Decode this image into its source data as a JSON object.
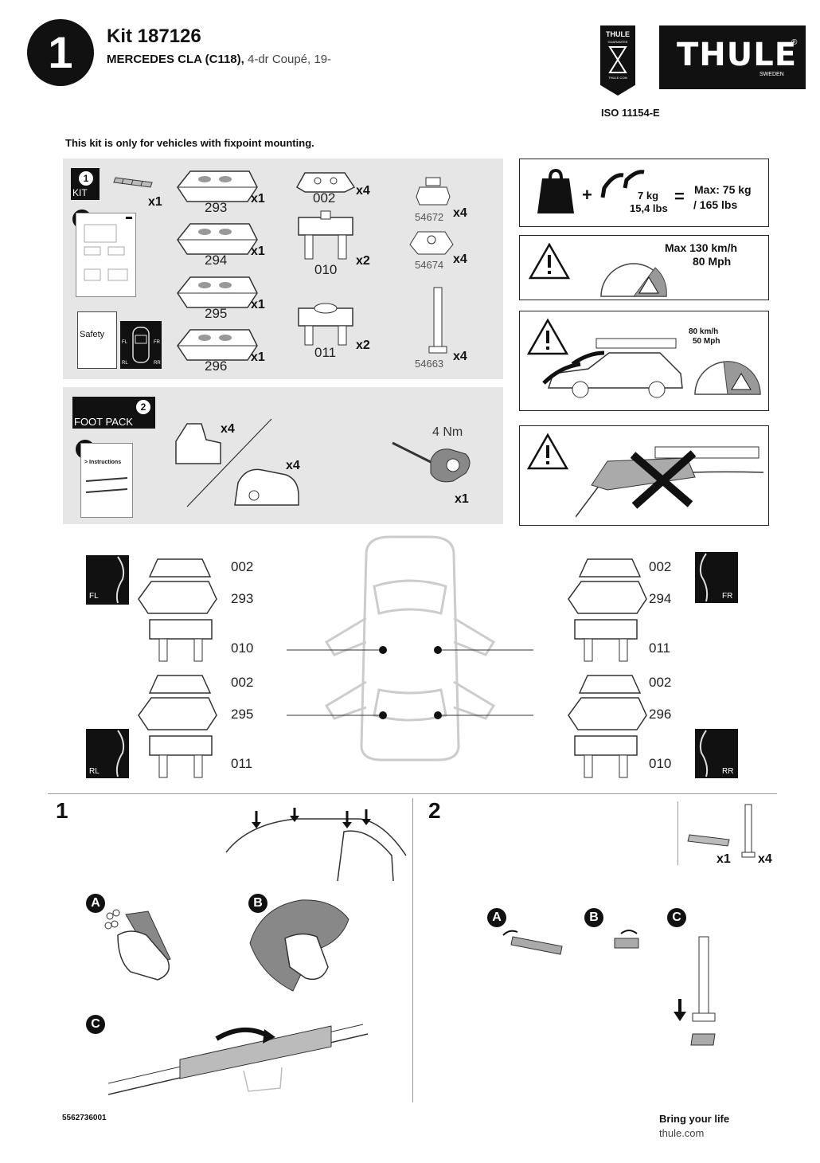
{
  "header": {
    "page_number": "1",
    "kit_title": "Kit 187126",
    "vehicle_bold": "MERCEDES CLA (C118),",
    "vehicle_rest": " 4-dr Coupé, 19-",
    "badge_top": "THULE",
    "badge_sub": "GUARANTEE",
    "badge_url": "THULE.COM",
    "logo_text": "THULE",
    "logo_reg": "®",
    "logo_sub": "SWEDEN",
    "iso": "ISO 11154-E"
  },
  "notice": "This kit is only for vehicles with fixpoint mounting.",
  "kit_panel": {
    "box_num": "1",
    "box_label": "KIT",
    "strip_mult": "x1",
    "manual_num": "1",
    "safety_label": "Safety",
    "car_labels": [
      "FL",
      "FR",
      "RL",
      "RR"
    ],
    "pads": [
      {
        "part": "293",
        "mult": "x1"
      },
      {
        "part": "294",
        "mult": "x1"
      },
      {
        "part": "295",
        "mult": "x1"
      },
      {
        "part": "296",
        "mult": "x1"
      }
    ],
    "brackets": [
      {
        "part": "002",
        "mult": "x4"
      },
      {
        "part": "010",
        "mult": "x2"
      },
      {
        "part": "011",
        "mult": "x2"
      }
    ],
    "hardware": [
      {
        "part": "54672",
        "mult": "x4"
      },
      {
        "part": "54674",
        "mult": "x4"
      },
      {
        "part": "54663",
        "mult": "x4"
      }
    ]
  },
  "foot_panel": {
    "box_label": "FOOT PACK",
    "box_num": "2",
    "manual_num": "2",
    "manual_text": "> Instructions",
    "foot_a_mult": "x4",
    "foot_b_mult": "x4",
    "torque": "4 Nm",
    "key_mult": "x1"
  },
  "warnings": {
    "load_weight": "7 kg",
    "load_weight_lbs": "15,4 lbs",
    "load_max": "Max: 75 kg",
    "load_max_lbs": "/ 165 lbs",
    "plus": "+",
    "equals": "=",
    "speed_max_kmh": "Max  130 km/h",
    "speed_max_mph": "80 Mph",
    "load_speed_kmh": "80 km/h",
    "load_speed_mph": "50 Mph"
  },
  "layout_diagram": {
    "fl": {
      "corner": "FL",
      "parts": [
        "002",
        "293",
        "010"
      ]
    },
    "fr": {
      "corner": "FR",
      "parts": [
        "002",
        "294",
        "011"
      ]
    },
    "rl": {
      "corner": "RL",
      "parts": [
        "002",
        "295",
        "011"
      ]
    },
    "rr": {
      "corner": "RR",
      "parts": [
        "002",
        "296",
        "010"
      ]
    }
  },
  "step1": {
    "number": "1",
    "sub_a": "A",
    "sub_b": "B",
    "sub_c": "C"
  },
  "step2": {
    "number": "2",
    "strip_mult": "x1",
    "bolt_mult": "x4",
    "sub_a": "A",
    "sub_b": "B",
    "sub_c": "C"
  },
  "footer": {
    "doc_number": "5562736001",
    "slogan": "Bring your life",
    "url": "thule.com"
  }
}
